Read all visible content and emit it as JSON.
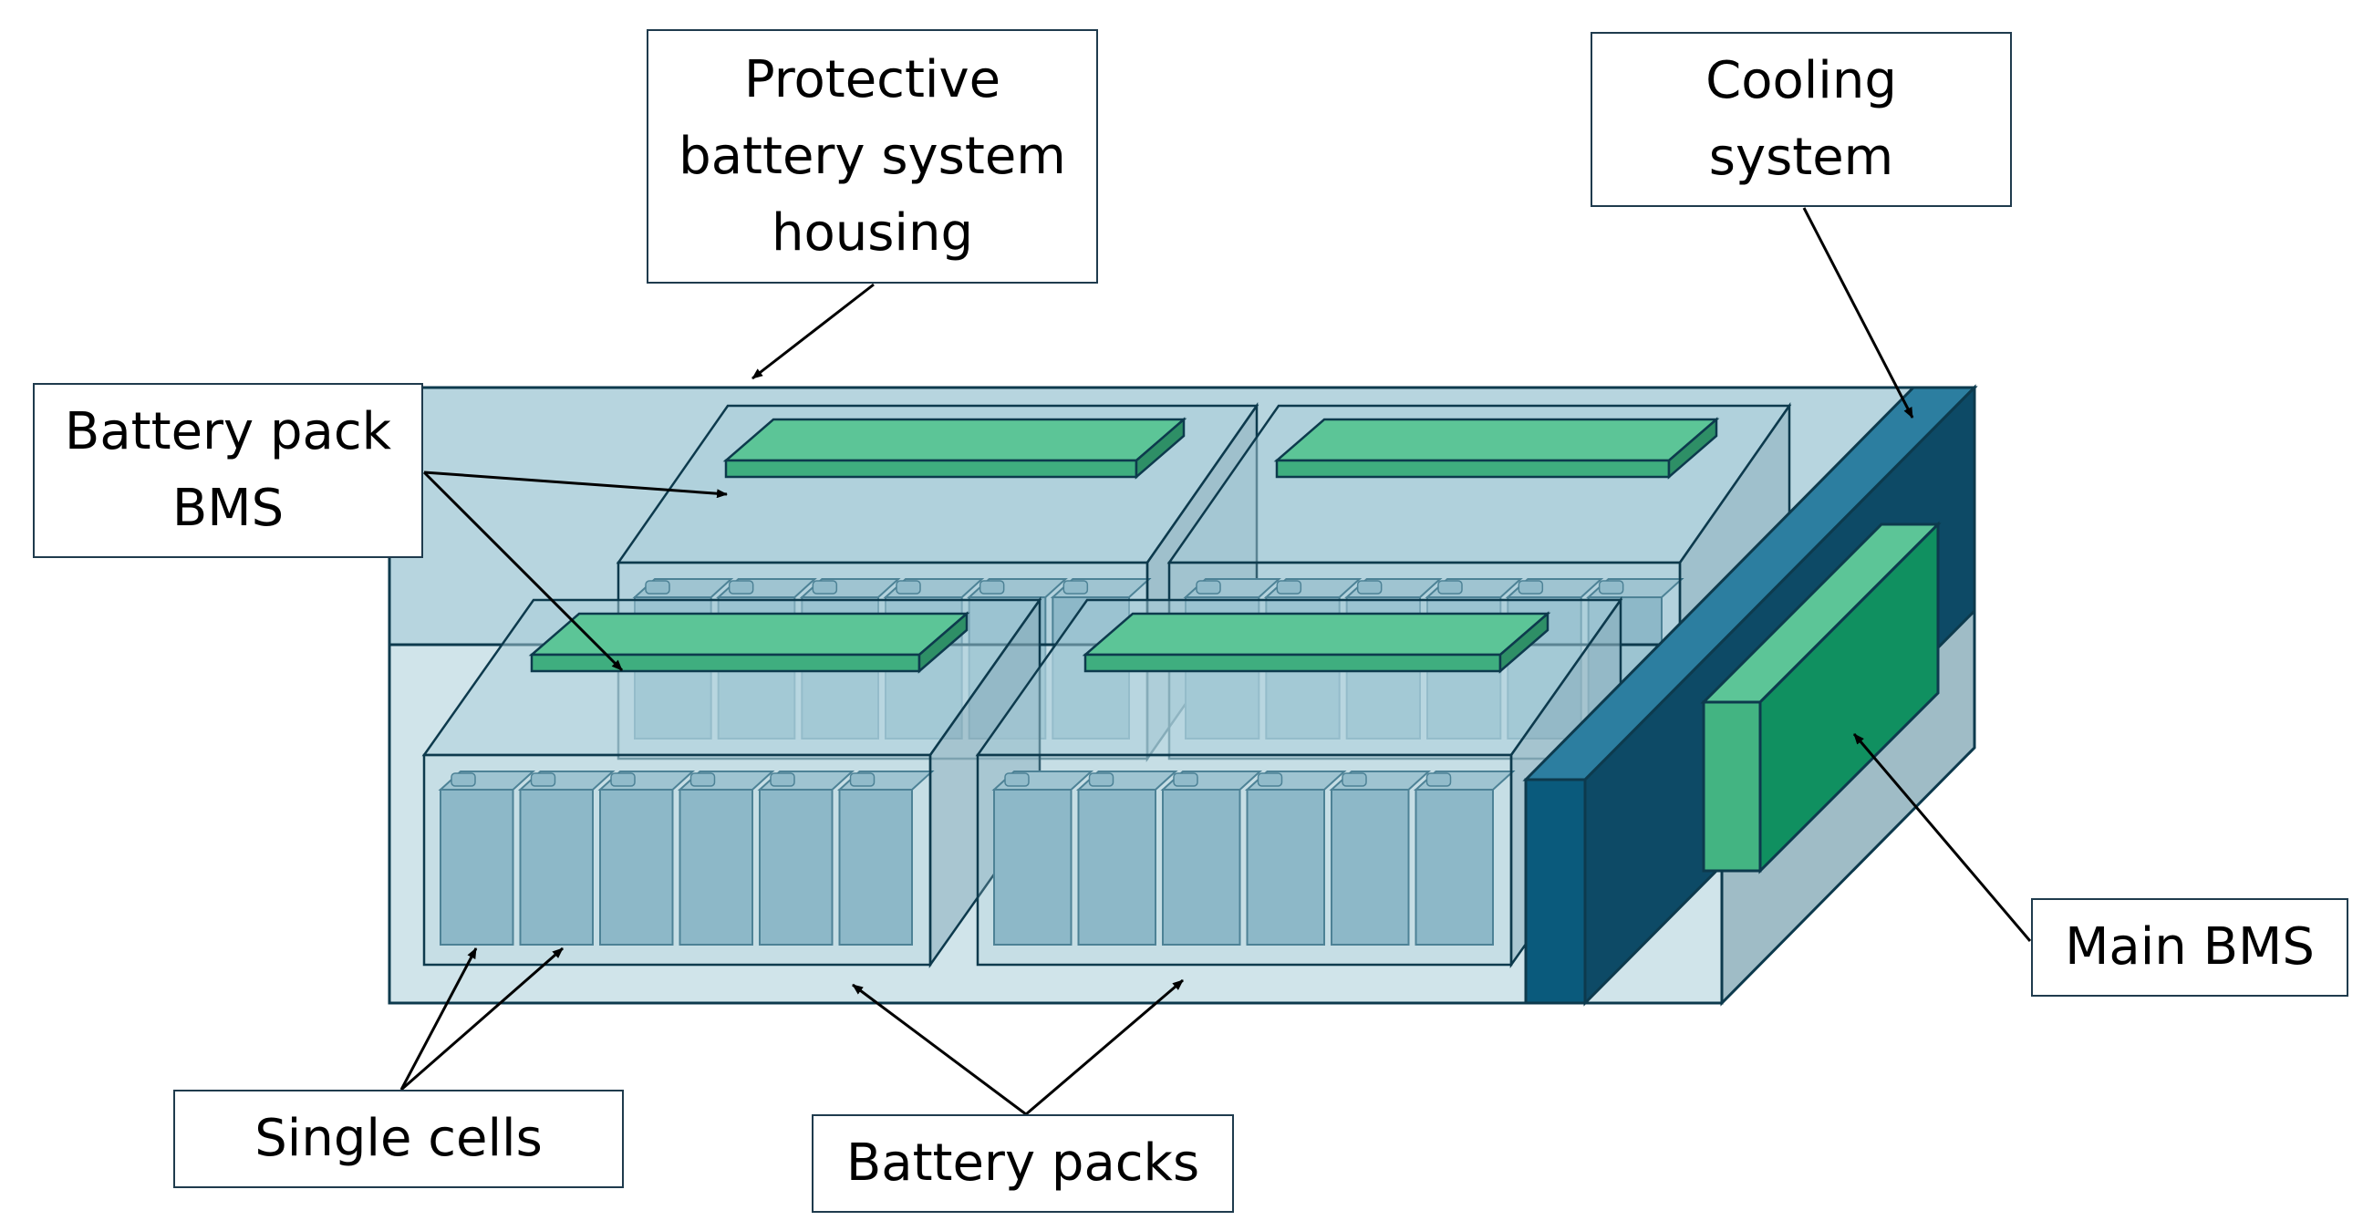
{
  "colors": {
    "housing_fill": "#a9cdd9",
    "housing_edge": "#0d3a4d",
    "cell_fill": "#7fb0c2",
    "bms_fill": "#3fae7f",
    "bms_top": "#5cc597",
    "cooling_fill": "#0a5a7c",
    "cooling_side": "#0d4a66",
    "main_bms_fill": "#109060",
    "main_bms_face": "#43b482",
    "arrow": "#000000"
  },
  "labels": {
    "housing": "Protective\nbattery system\nhousing",
    "cooling": "Cooling\nsystem",
    "pack_bms": "Battery pack\nBMS",
    "main_bms": "Main BMS",
    "single_cells": "Single cells",
    "battery_packs": "Battery packs"
  },
  "icons": {
    "arrowhead": "arrowhead-icon"
  }
}
